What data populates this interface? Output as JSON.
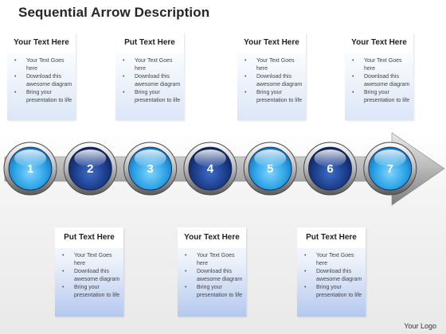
{
  "title": "Sequential Arrow Description",
  "top_cards": [
    {
      "heading": "Your Text Here",
      "bullets": [
        "Your Text Goes here",
        "Download this awesome diagram",
        "Bring your presentation to life"
      ]
    },
    {
      "heading": "Put Text Here",
      "bullets": [
        "Your Text Goes here",
        "Download this awesome diagram",
        "Bring your presentation to life"
      ]
    },
    {
      "heading": "Your Text Here",
      "bullets": [
        "Your Text Goes here",
        "Download this awesome diagram",
        "Bring your presentation to life"
      ]
    },
    {
      "heading": "Your Text Here",
      "bullets": [
        "Your Text Goes here",
        "Download this awesome diagram",
        "Bring your presentation to life"
      ]
    }
  ],
  "bottom_cards": [
    {
      "heading": "Put Text Here",
      "bullets": [
        "Your Text Goes here",
        "Download this awesome diagram",
        "Bring your presentation to life"
      ]
    },
    {
      "heading": "Your Text Here",
      "bullets": [
        "Your Text Goes here",
        "Download this awesome diagram",
        "Bring your presentation to life"
      ]
    },
    {
      "heading": "Put Text Here",
      "bullets": [
        "Your Text Goes here",
        "Download this awesome diagram",
        "Bring your presentation to life"
      ]
    }
  ],
  "steps": [
    {
      "label": "1",
      "tone": "light"
    },
    {
      "label": "2",
      "tone": "dark"
    },
    {
      "label": "3",
      "tone": "light"
    },
    {
      "label": "4",
      "tone": "dark"
    },
    {
      "label": "5",
      "tone": "light"
    },
    {
      "label": "6",
      "tone": "dark"
    },
    {
      "label": "7",
      "tone": "light"
    }
  ],
  "colors": {
    "light_circle": "#2fa6e6",
    "dark_circle": "#1d3f8c",
    "arrow": "#9a9a9a"
  },
  "logo": "Your Logo"
}
